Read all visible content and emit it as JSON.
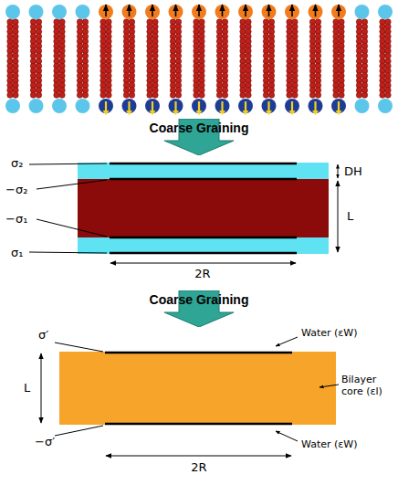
{
  "diagram": {
    "nodes": [
      {
        "text": [
          "Coarse Graining"
        ]
      },
      {
        "text": [
          "Coarse Graining"
        ]
      }
    ],
    "labels": [
      "σ₂",
      "−σ₂",
      "−σ₁",
      "σ₁",
      "DH",
      "L",
      "2R",
      "σ′",
      "−σ′",
      "L",
      "2R",
      "Water (εW)",
      "Bilayer core (εl)",
      "Water (εW)"
    ]
  }
}
